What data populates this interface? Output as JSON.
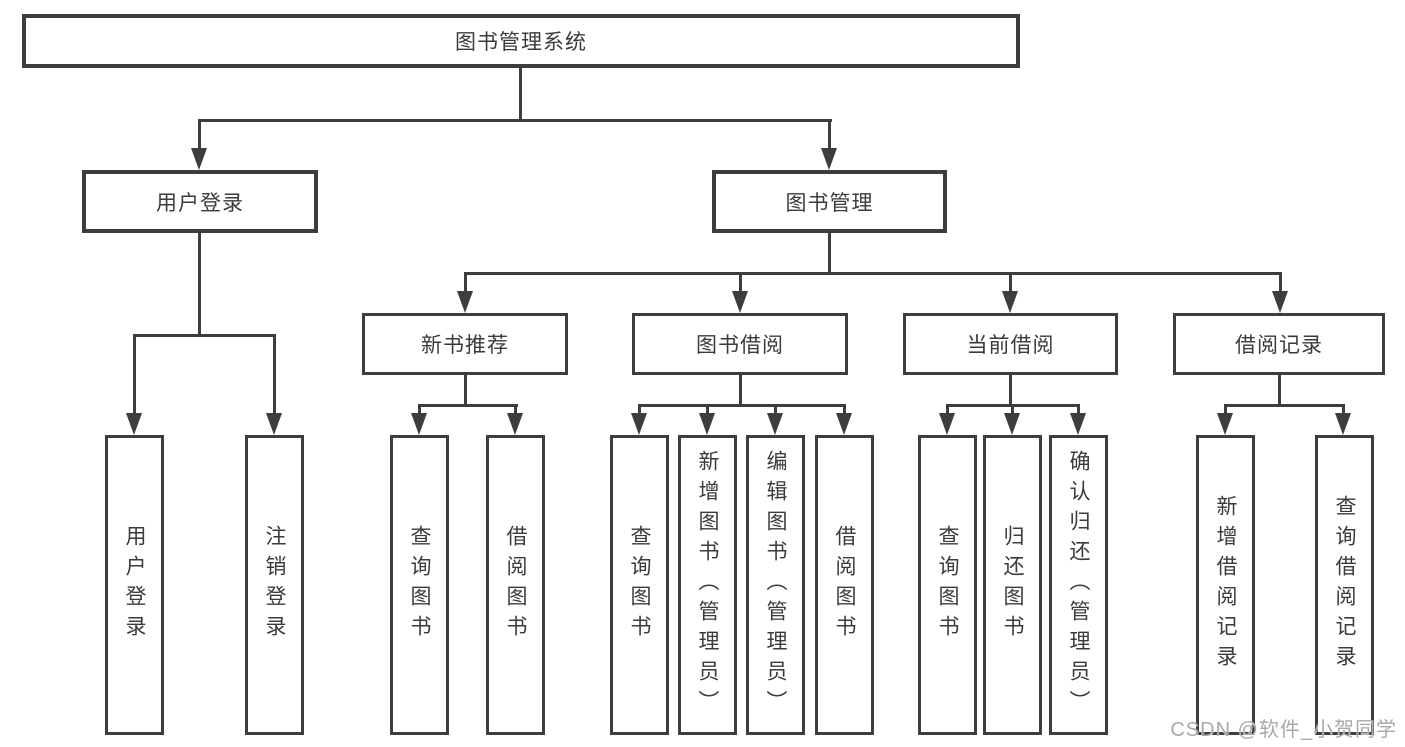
{
  "tree": {
    "label": "图书管理系统",
    "children": [
      {
        "label": "用户登录",
        "children": [
          {
            "label": "用户登录"
          },
          {
            "label": "注销登录"
          }
        ]
      },
      {
        "label": "图书管理",
        "children": [
          {
            "label": "新书推荐",
            "children": [
              {
                "label": "查询图书"
              },
              {
                "label": "借阅图书"
              }
            ]
          },
          {
            "label": "图书借阅",
            "children": [
              {
                "label": "查询图书"
              },
              {
                "label": "新增图书（管理员）"
              },
              {
                "label": "编辑图书（管理员）"
              },
              {
                "label": "借阅图书"
              }
            ]
          },
          {
            "label": "当前借阅",
            "children": [
              {
                "label": "查询图书"
              },
              {
                "label": "归还图书"
              },
              {
                "label": "确认归还（管理员）"
              }
            ]
          },
          {
            "label": "借阅记录",
            "children": [
              {
                "label": "新增借阅记录"
              },
              {
                "label": "查询借阅记录"
              }
            ]
          }
        ]
      }
    ]
  },
  "watermark": {
    "text": "CSDN @软件_小贺同学"
  },
  "colors": {
    "line": "#3d3d3d",
    "text": "#3b3b3b",
    "watermark": "#a8a8a8"
  }
}
